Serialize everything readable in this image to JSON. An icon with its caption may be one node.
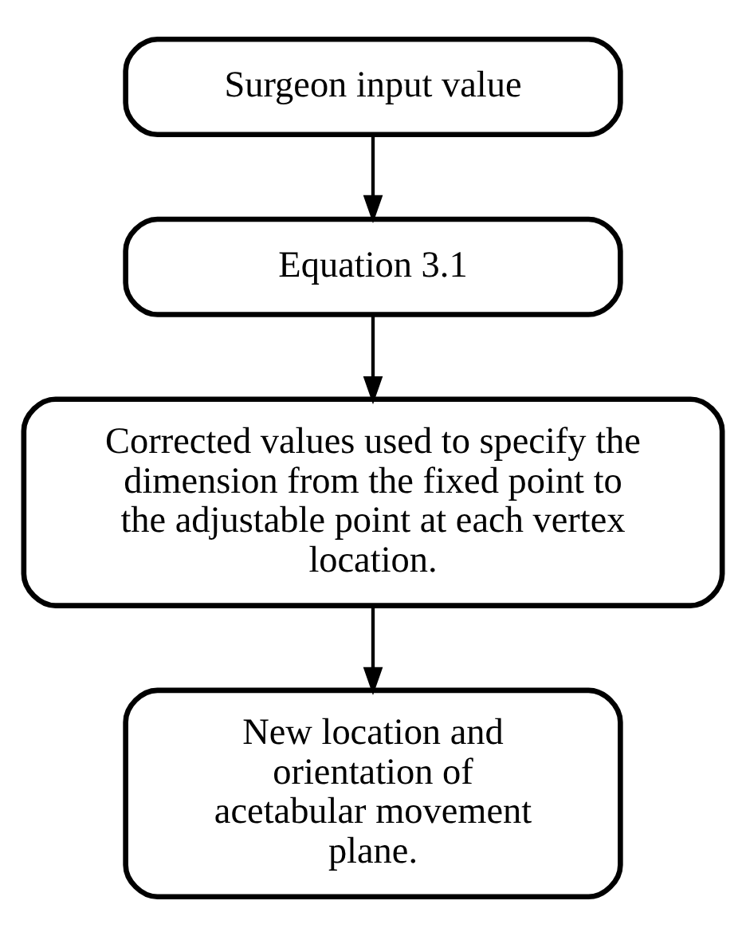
{
  "diagram": {
    "nodes": [
      {
        "text": [
          "Surgeon input value"
        ]
      },
      {
        "text": [
          "Equation 3.1"
        ]
      },
      {
        "text": [
          "Corrected values used to specify the dimension from the fixed point to the adjustable point at each vertex location."
        ]
      },
      {
        "text": [
          "New location and orientation of acetabular movement plane."
        ]
      }
    ],
    "edges": [
      {
        "from": 0,
        "to": 1,
        "arrow": "to"
      },
      {
        "from": 1,
        "to": 2,
        "arrow": "to"
      },
      {
        "from": 2,
        "to": 3,
        "arrow": "to"
      }
    ]
  }
}
